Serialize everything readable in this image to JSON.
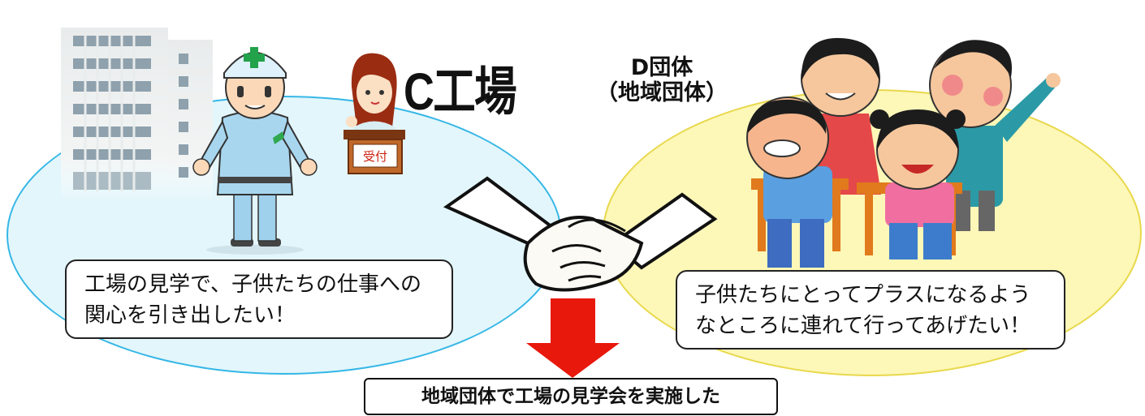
{
  "factory_label": "C工場",
  "group_label_line1": "D団体",
  "group_label_line2": "（地域団体）",
  "reception_sign": "受付",
  "factory_wish": "工場の見学で、子供たちの仕事への関心を引き出したい！",
  "group_wish": "子供たちにとってプラスになるようなところに連れて行ってあげたい！",
  "result": "地域団体で工場の見学会を実施した",
  "colors": {
    "left_ellipse_fill": "#e3f6fb",
    "left_ellipse_stroke": "#35b7e6",
    "right_ellipse_fill": "#fdf7b8",
    "right_ellipse_stroke": "#e8d84a",
    "arrow": "#e8180c"
  }
}
